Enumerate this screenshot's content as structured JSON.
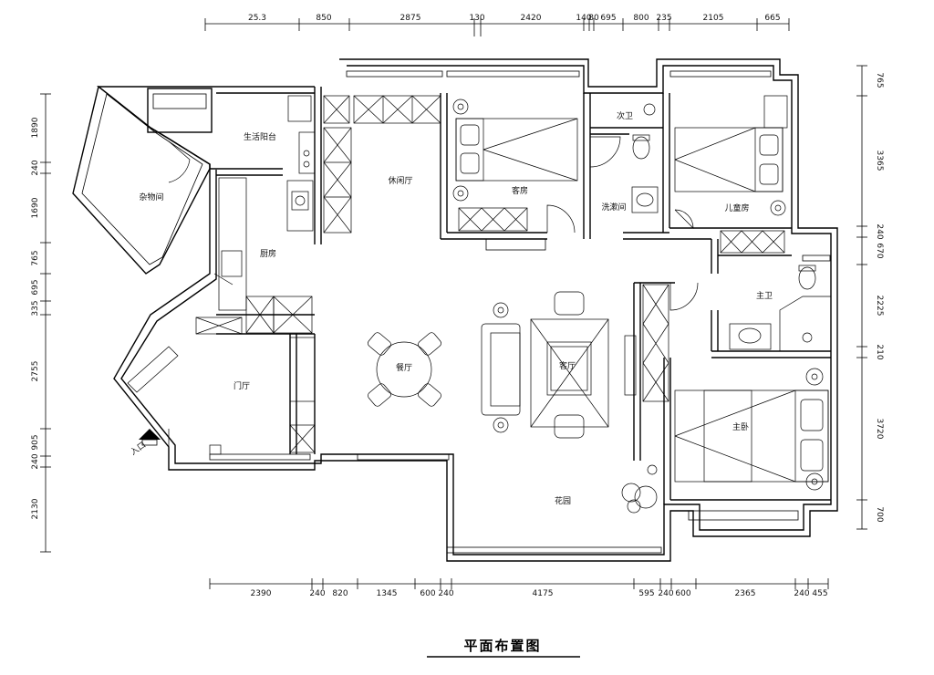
{
  "title": "平面布置图",
  "rooms": {
    "laundry_balcony": "生活阳台",
    "storage": "杂物间",
    "kitchen": "厨房",
    "lounge": "休闲厅",
    "guest_room": "客房",
    "second_bath": "次卫",
    "wash_room": "洗漱间",
    "kids_room": "儿童房",
    "master_bath": "主卫",
    "dining": "餐厅",
    "living": "客厅",
    "foyer": "门厅",
    "master_bedroom": "主卧",
    "garden": "花园",
    "entrance": "入口"
  },
  "dims": {
    "top": [
      "25.3",
      "850",
      "2875",
      "130",
      "2420",
      "140",
      "80",
      "695",
      "800",
      "235",
      "2105",
      "665"
    ],
    "bottom": [
      "2390",
      "240",
      "820",
      "1345",
      "600",
      "240",
      "4175",
      "595",
      "240",
      "600",
      "2365",
      "240",
      "455"
    ],
    "left": [
      "1890",
      "240",
      "1690",
      "765",
      "695",
      "335",
      "2755",
      "905",
      "240",
      "2130"
    ],
    "right": [
      "765",
      "3365",
      "240",
      "670",
      "2225",
      "210",
      "3720",
      "700"
    ]
  }
}
